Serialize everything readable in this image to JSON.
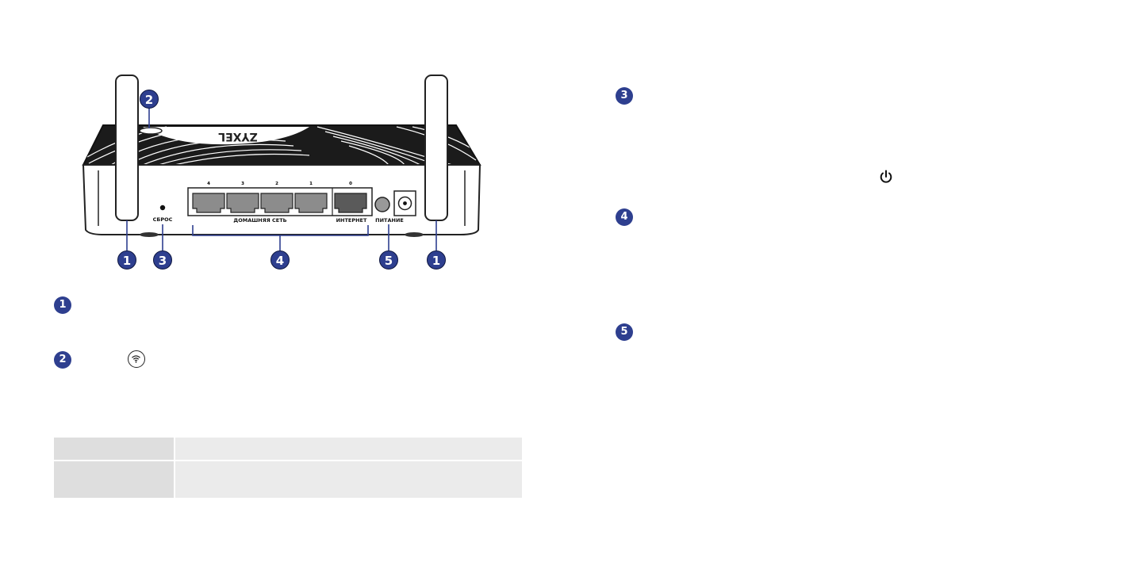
{
  "router": {
    "brand": "ZYXEL",
    "port_numbers": [
      "4",
      "3",
      "2",
      "1",
      "0"
    ],
    "reset_label": "СБРОС",
    "home_network_label": "ДОМАШНЯЯ СЕТЬ",
    "internet_label": "ИНТЕРНЕТ",
    "power_label": "ПИТАНИЕ",
    "callouts": [
      "1",
      "2",
      "3",
      "4",
      "5",
      "1"
    ]
  },
  "legend": {
    "items": [
      {
        "number": "1"
      },
      {
        "number": "2",
        "icon": "wifi-button-icon"
      },
      {
        "number": "3",
        "icon": "power-icon"
      },
      {
        "number": "4"
      },
      {
        "number": "5"
      }
    ]
  },
  "table": {
    "rows": [
      {
        "col1": "",
        "col2": ""
      },
      {
        "col1": "",
        "col2": ""
      }
    ]
  }
}
